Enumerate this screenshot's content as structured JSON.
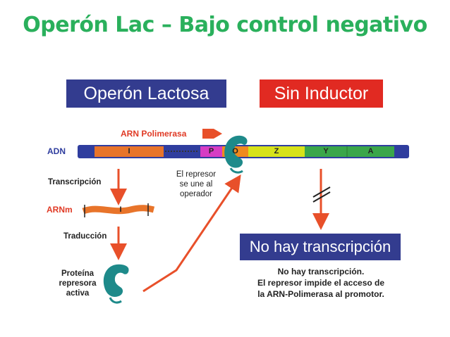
{
  "title": "Operón Lac – Bajo control negativo",
  "header": {
    "operon_label": "Operón Lactosa",
    "condition_label": "Sin Inductor"
  },
  "dna": {
    "label": "ADN",
    "genes": [
      "I",
      "P",
      "O",
      "Z",
      "Y",
      "A"
    ]
  },
  "polymerase_label": "ARN Polimerasa",
  "steps": {
    "transcription": "Transcripción",
    "mrna": "ARNm",
    "mrna_gene": "I",
    "translation": "Traducción",
    "protein": [
      "Proteína",
      "represora",
      "activa"
    ]
  },
  "repressor_note": [
    "El represor",
    "se une al",
    "operador"
  ],
  "result": {
    "box_label": "No hay transcripción",
    "lines": [
      "No hay transcripción.",
      "El represor impide el acceso de",
      "la ARN-Polimerasa al promotor."
    ]
  },
  "colors": {
    "title": "#2ab05c",
    "header_blue": "#333c8f",
    "header_red": "#e12a22",
    "arrow": "#e8502a",
    "repressor": "#1e8a8a"
  }
}
